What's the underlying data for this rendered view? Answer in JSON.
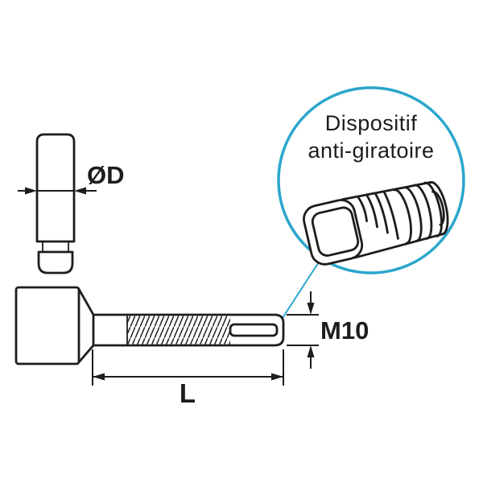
{
  "colors": {
    "line": "#1d1d1b",
    "accent": "#2ba6cc",
    "background": "#ffffff"
  },
  "labels": {
    "diameter": "ØD",
    "thread": "M10",
    "length": "L"
  },
  "callout": {
    "line1": "Dispositif",
    "line2": "anti-giratoire"
  }
}
